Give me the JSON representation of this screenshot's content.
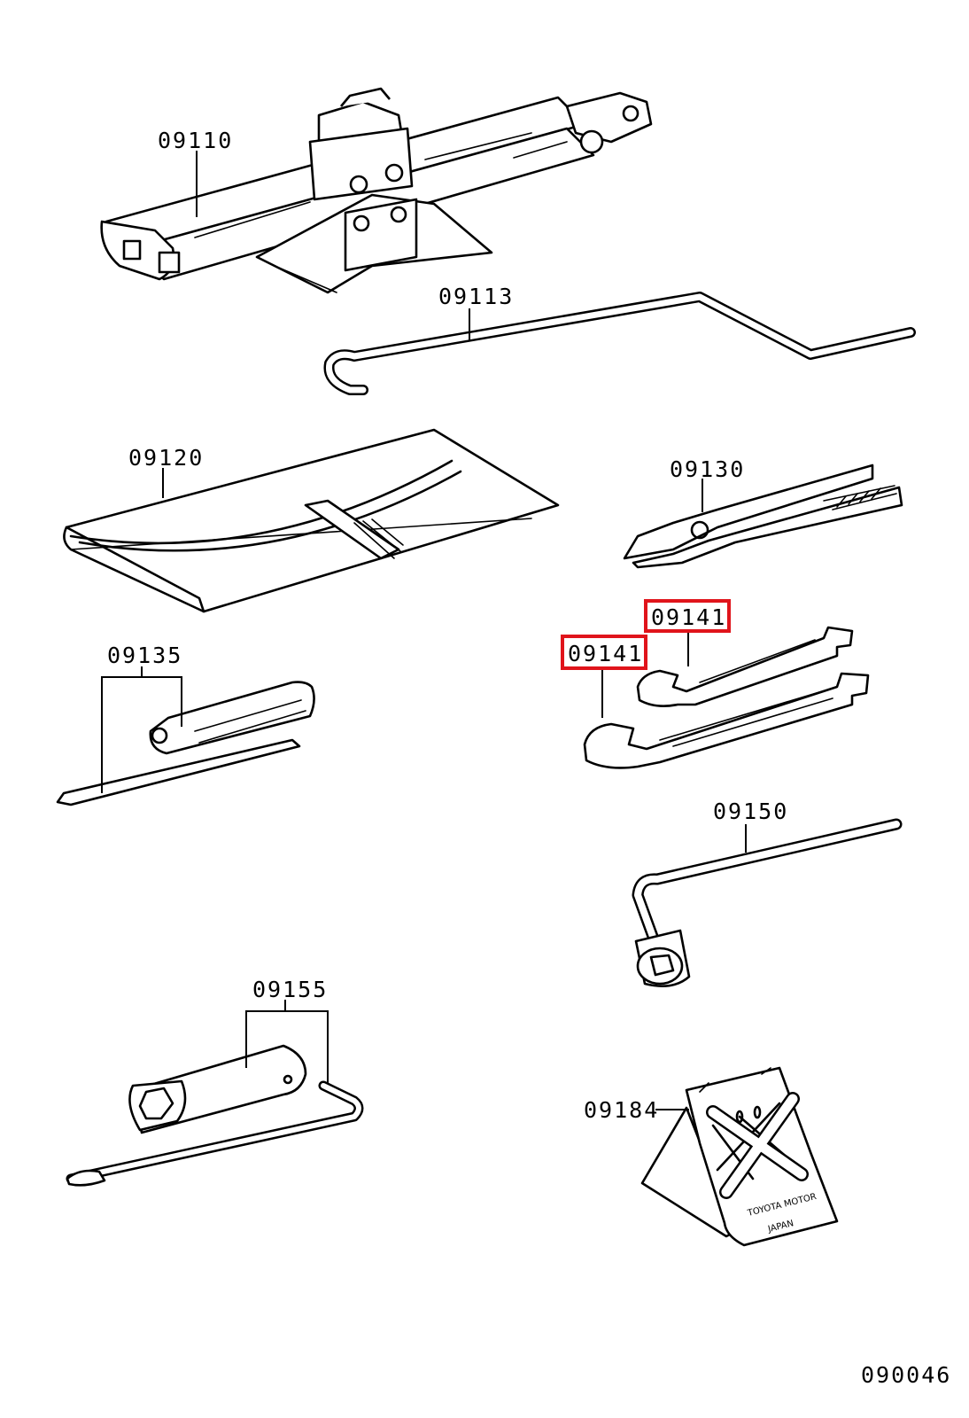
{
  "parts": [
    {
      "id": "jack",
      "label": "09110"
    },
    {
      "id": "jack-handle",
      "label": "09113"
    },
    {
      "id": "tool-bag",
      "label": "09120"
    },
    {
      "id": "pliers",
      "label": "09130"
    },
    {
      "id": "screwdriver",
      "label": "09135"
    },
    {
      "id": "wrench-upper",
      "label": "09141",
      "highlighted": true
    },
    {
      "id": "wrench-lower",
      "label": "09141",
      "highlighted": true
    },
    {
      "id": "lug-wrench",
      "label": "09150"
    },
    {
      "id": "plug-wrench",
      "label": "09155"
    },
    {
      "id": "wheel-chock",
      "label": "09184"
    }
  ],
  "chock_stamp": {
    "line1": "TOYOTA MOTOR",
    "line2": "JAPAN"
  },
  "reference_number": "090046",
  "highlight_color": "#e0141b"
}
